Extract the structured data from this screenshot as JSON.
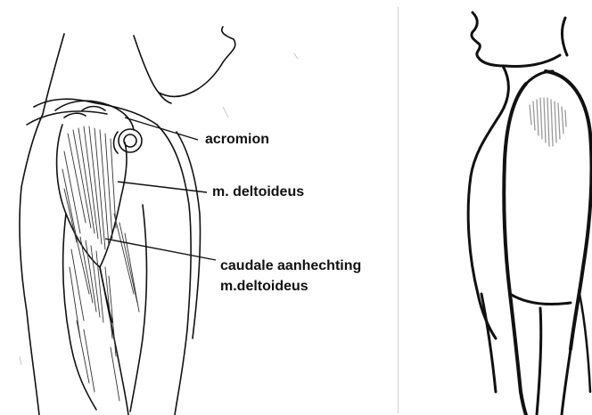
{
  "labels": {
    "acromion": "acromion",
    "deltoid": "m. deltoideus",
    "caudal_line1": "caudale aanhechting",
    "caudal_line2": "m.deltoideus"
  },
  "colors": {
    "ink": "#111111",
    "muscle_shading": "#333333",
    "injection_area": "#9a9a9a",
    "background": "#ffffff"
  }
}
